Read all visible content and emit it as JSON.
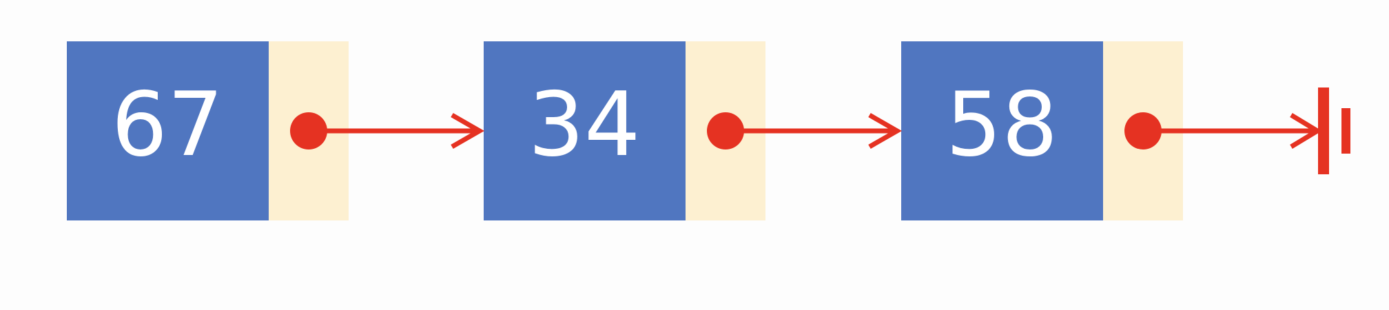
{
  "linked_list": {
    "nodes": [
      {
        "value": "67"
      },
      {
        "value": "34"
      },
      {
        "value": "58"
      }
    ],
    "terminator": "null-ground-symbol"
  },
  "colors": {
    "value_box": "#5076c0",
    "pointer_box": "#fdf0d1",
    "pointer": "#e53222",
    "background": "#fdfdfd"
  }
}
